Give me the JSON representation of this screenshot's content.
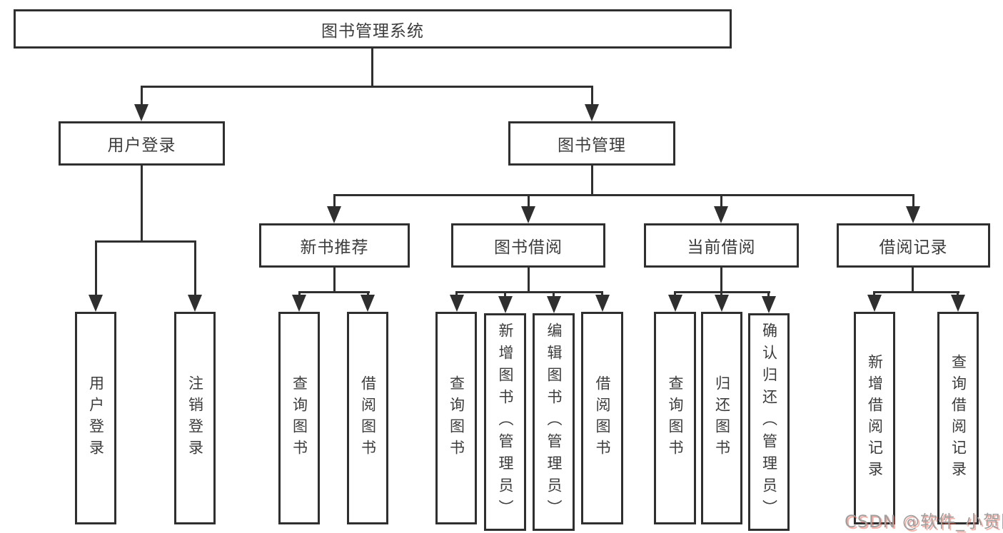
{
  "diagram": {
    "type": "hierarchy-tree",
    "watermark": {
      "text": "CSDN @软件_小贺同学"
    },
    "colors": {
      "line": "#2f2f2f",
      "text": "#3c3c3c",
      "background": "#ffffff",
      "watermark": "#a0a0a0",
      "watermark_accent": "#e9533d"
    },
    "tree": {
      "label": "图书管理系统",
      "children": [
        {
          "label": "用户登录",
          "children": [
            {
              "label": "用户登录"
            },
            {
              "label": "注销登录"
            }
          ]
        },
        {
          "label": "图书管理",
          "children": [
            {
              "label": "新书推荐",
              "children": [
                {
                  "label": "查询图书"
                },
                {
                  "label": "借阅图书"
                }
              ]
            },
            {
              "label": "图书借阅",
              "children": [
                {
                  "label": "查询图书"
                },
                {
                  "label": "新增图书（管理员）"
                },
                {
                  "label": "编辑图书（管理员）"
                },
                {
                  "label": "借阅图书"
                }
              ]
            },
            {
              "label": "当前借阅",
              "children": [
                {
                  "label": "查询图书"
                },
                {
                  "label": "归还图书"
                },
                {
                  "label": "确认归还（管理员）"
                }
              ]
            },
            {
              "label": "借阅记录",
              "children": [
                {
                  "label": "新增借阅记录"
                },
                {
                  "label": "查询借阅记录"
                }
              ]
            }
          ]
        }
      ]
    }
  }
}
